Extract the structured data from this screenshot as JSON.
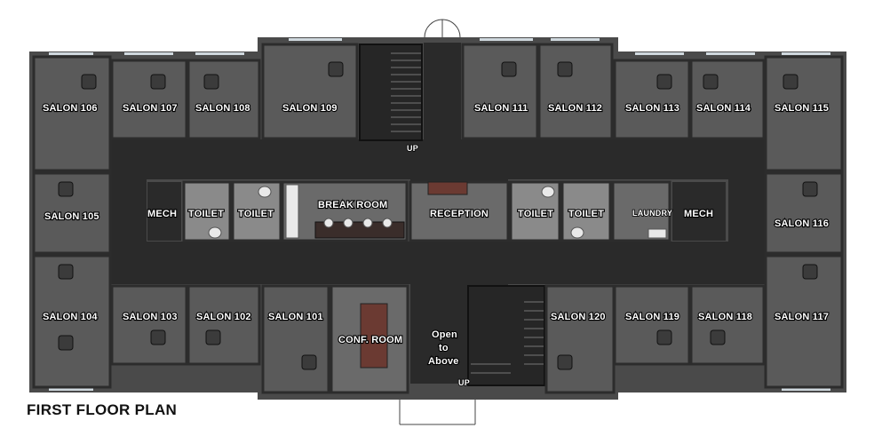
{
  "title": "FIRST FLOOR PLAN",
  "rooms": {
    "salon_106": "SALON 106",
    "salon_107": "SALON 107",
    "salon_108": "SALON 108",
    "salon_109": "SALON 109",
    "salon_111": "SALON 111",
    "salon_112": "SALON 112",
    "salon_113": "SALON 113",
    "salon_114": "SALON 114",
    "salon_115": "SALON 115",
    "salon_105": "SALON 105",
    "salon_116": "SALON 116",
    "salon_104": "SALON 104",
    "salon_103": "SALON 103",
    "salon_102": "SALON 102",
    "salon_101": "SALON 101",
    "salon_120": "SALON 120",
    "salon_119": "SALON 119",
    "salon_118": "SALON 118",
    "salon_117": "SALON 117",
    "mech_left": "MECH",
    "toilet_1": "TOILET",
    "toilet_2": "TOILET",
    "break_room": "BREAK ROOM",
    "reception": "RECEPTION",
    "toilet_3": "TOILET",
    "toilet_4": "TOILET",
    "laundry": "LAUNDRY",
    "mech_right": "MECH",
    "conf_room": "CONF. ROOM",
    "open_line1": "Open",
    "open_line2": "to",
    "open_line3": "Above"
  },
  "stairs": {
    "up_top": "UP",
    "up_bottom": "UP"
  }
}
